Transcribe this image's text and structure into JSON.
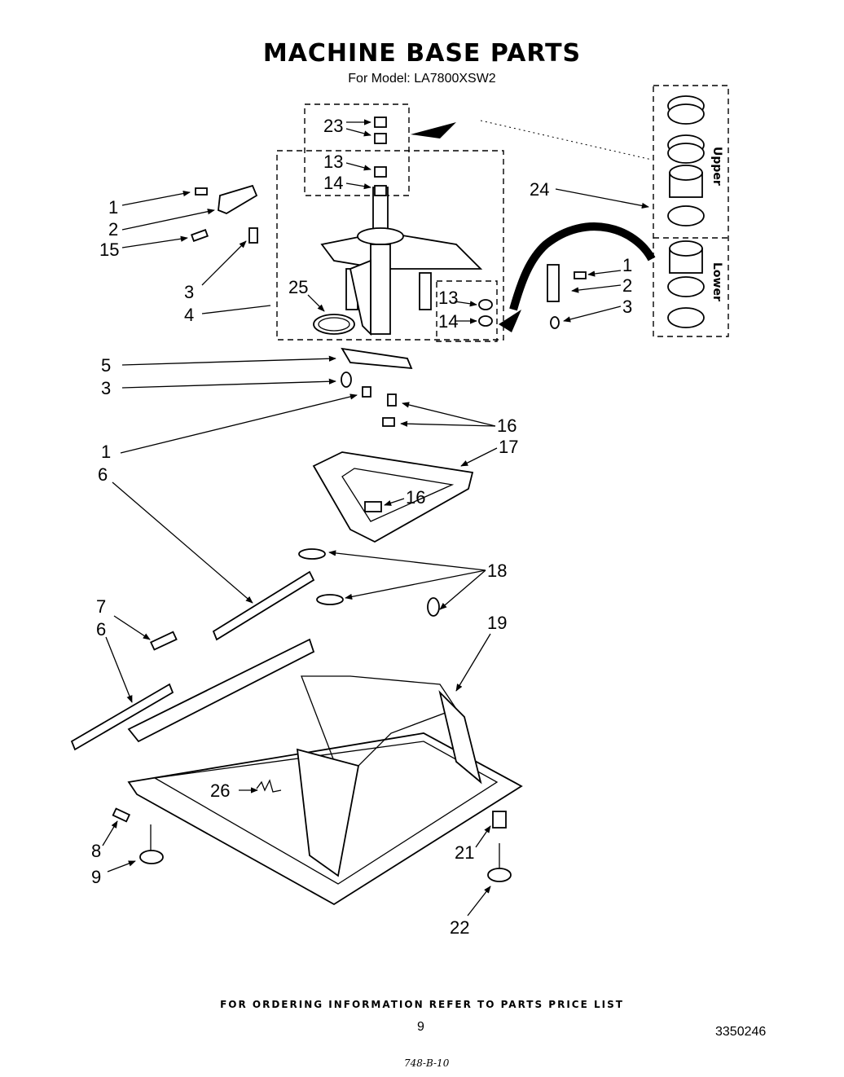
{
  "title": "MACHINE BASE PARTS",
  "subtitle": "For Model: LA7800XSW2",
  "footer_note": "FOR ORDERING INFORMATION REFER TO PARTS PRICE LIST",
  "page_number": "9",
  "document_number": "3350246",
  "handwritten_note": "748-B-10",
  "kit_labels": {
    "upper": "Upper",
    "lower": "Lower"
  },
  "callouts": [
    {
      "id": "c23",
      "text": "23"
    },
    {
      "id": "c13a",
      "text": "13"
    },
    {
      "id": "c14a",
      "text": "14"
    },
    {
      "id": "c24",
      "text": "24"
    },
    {
      "id": "c1a",
      "text": "1"
    },
    {
      "id": "c2a",
      "text": "2"
    },
    {
      "id": "c15",
      "text": "15"
    },
    {
      "id": "c3a",
      "text": "3"
    },
    {
      "id": "c4",
      "text": "4"
    },
    {
      "id": "c25",
      "text": "25"
    },
    {
      "id": "c13b",
      "text": "13"
    },
    {
      "id": "c14b",
      "text": "14"
    },
    {
      "id": "c1b",
      "text": "1"
    },
    {
      "id": "c2b",
      "text": "2"
    },
    {
      "id": "c3b",
      "text": "3"
    },
    {
      "id": "c5",
      "text": "5"
    },
    {
      "id": "c3c",
      "text": "3"
    },
    {
      "id": "c1c",
      "text": "1"
    },
    {
      "id": "c16a",
      "text": "16"
    },
    {
      "id": "c17",
      "text": "17"
    },
    {
      "id": "c6a",
      "text": "6"
    },
    {
      "id": "c16b",
      "text": "16"
    },
    {
      "id": "c18",
      "text": "18"
    },
    {
      "id": "c7",
      "text": "7"
    },
    {
      "id": "c6b",
      "text": "6"
    },
    {
      "id": "c19",
      "text": "19"
    },
    {
      "id": "c26",
      "text": "26"
    },
    {
      "id": "c8",
      "text": "8"
    },
    {
      "id": "c9",
      "text": "9"
    },
    {
      "id": "c21",
      "text": "21"
    },
    {
      "id": "c22",
      "text": "22"
    }
  ]
}
